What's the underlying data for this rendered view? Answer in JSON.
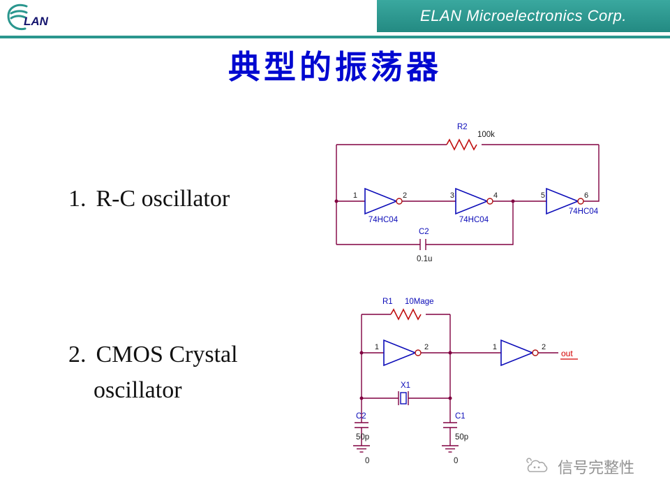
{
  "header": {
    "logo_text": "LAN",
    "company": "ELAN Microelectronics Corp."
  },
  "title": "典型的振荡器",
  "list": {
    "item1": {
      "num": "1.",
      "text": "R-C oscillator"
    },
    "item2": {
      "num": "2.",
      "line1": "CMOS Crystal",
      "line2": "oscillator"
    }
  },
  "circuit_rc": {
    "r_ref": "R2",
    "r_val": "100k",
    "g1_in": "1",
    "g1_out": "2",
    "g1_name": "74HC04",
    "g2_in": "3",
    "g2_out": "4",
    "g2_name": "74HC04",
    "g3_in": "5",
    "g3_out": "6",
    "g3_name": "74HC04",
    "c_ref": "C2",
    "c_val": "0.1u"
  },
  "circuit_xtal": {
    "r_ref": "R1",
    "r_val": "10Mage",
    "g1_in": "1",
    "g1_out": "2",
    "g2_in": "1",
    "g2_out": "2",
    "out_label": "out",
    "x_ref": "X1",
    "c_left_ref": "C2",
    "c_left_val": "50p",
    "c_right_ref": "C1",
    "c_right_val": "50p",
    "gnd_left": "0",
    "gnd_right": "0"
  },
  "watermark": {
    "text": "信号完整性"
  },
  "colors": {
    "teal": "#2a968e",
    "title_blue": "#0008d0",
    "wire_maroon": "#800040",
    "component_blue": "#0b0bb8",
    "resistor_red": "#c01010",
    "out_red": "#d40000"
  }
}
